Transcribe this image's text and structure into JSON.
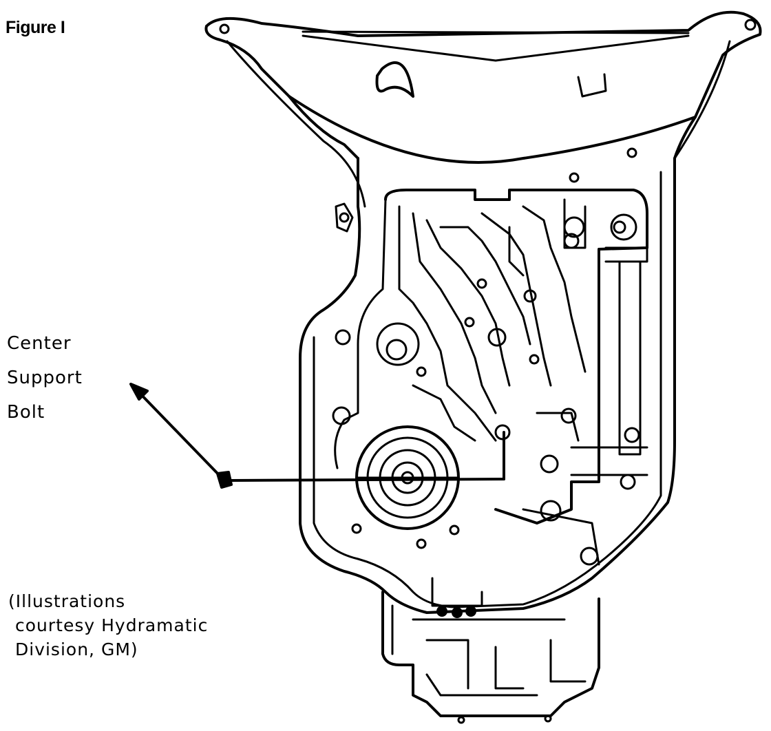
{
  "figure": {
    "label": "Figure I"
  },
  "callout": {
    "lines": [
      "Center",
      "Support",
      "Bolt"
    ]
  },
  "credit": {
    "lines": [
      "(Illustrations",
      "courtesy Hydramatic",
      "Division, GM)"
    ]
  }
}
